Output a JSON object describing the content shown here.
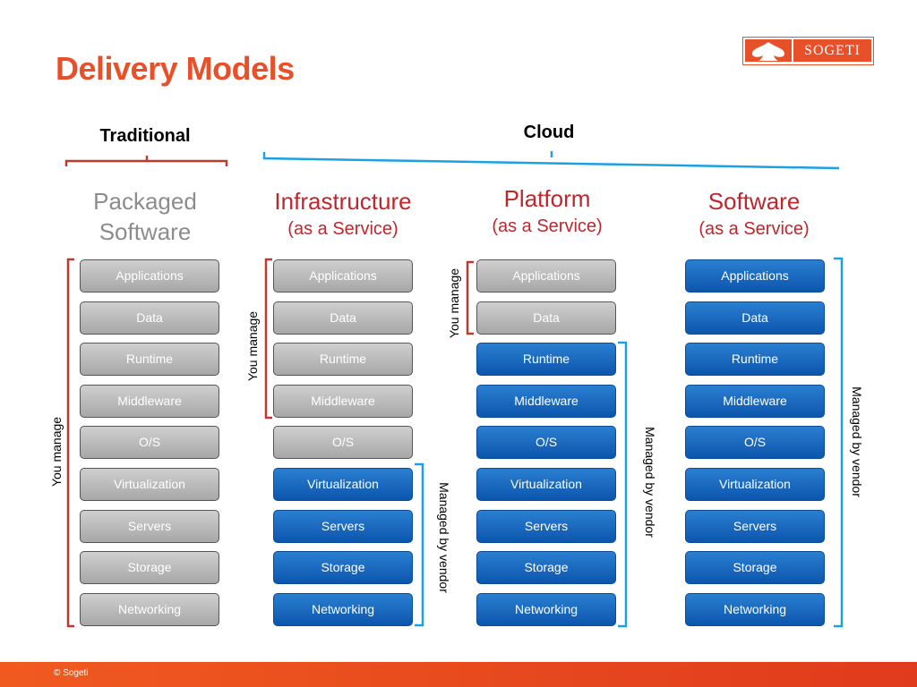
{
  "title": "Delivery Models",
  "logo": {
    "wordmark": "SOGETI",
    "icon": "spade-icon"
  },
  "groups": {
    "traditional": "Traditional",
    "cloud": "Cloud"
  },
  "columns": [
    {
      "name": "Packaged",
      "name2": "Software",
      "sub": ""
    },
    {
      "name": "Infrastructure",
      "sub": "(as a Service)"
    },
    {
      "name": "Platform",
      "sub": "(as a Service)"
    },
    {
      "name": "Software",
      "sub": "(as a Service)"
    }
  ],
  "layers": [
    "Applications",
    "Data",
    "Runtime",
    "Middleware",
    "O/S",
    "Virtualization",
    "Servers",
    "Storage",
    "Networking"
  ],
  "labels": {
    "you_manage": "You manage",
    "managed_by_vendor": "Managed by vendor"
  },
  "colors": {
    "accent": "#e8502a",
    "bracket_red": "#c0392b",
    "bracket_blue": "#1ba1e2",
    "box_blue": "#0c56ae",
    "box_gray": "#b5b5b5"
  },
  "footer": {
    "copyright": "© Sogeti"
  }
}
